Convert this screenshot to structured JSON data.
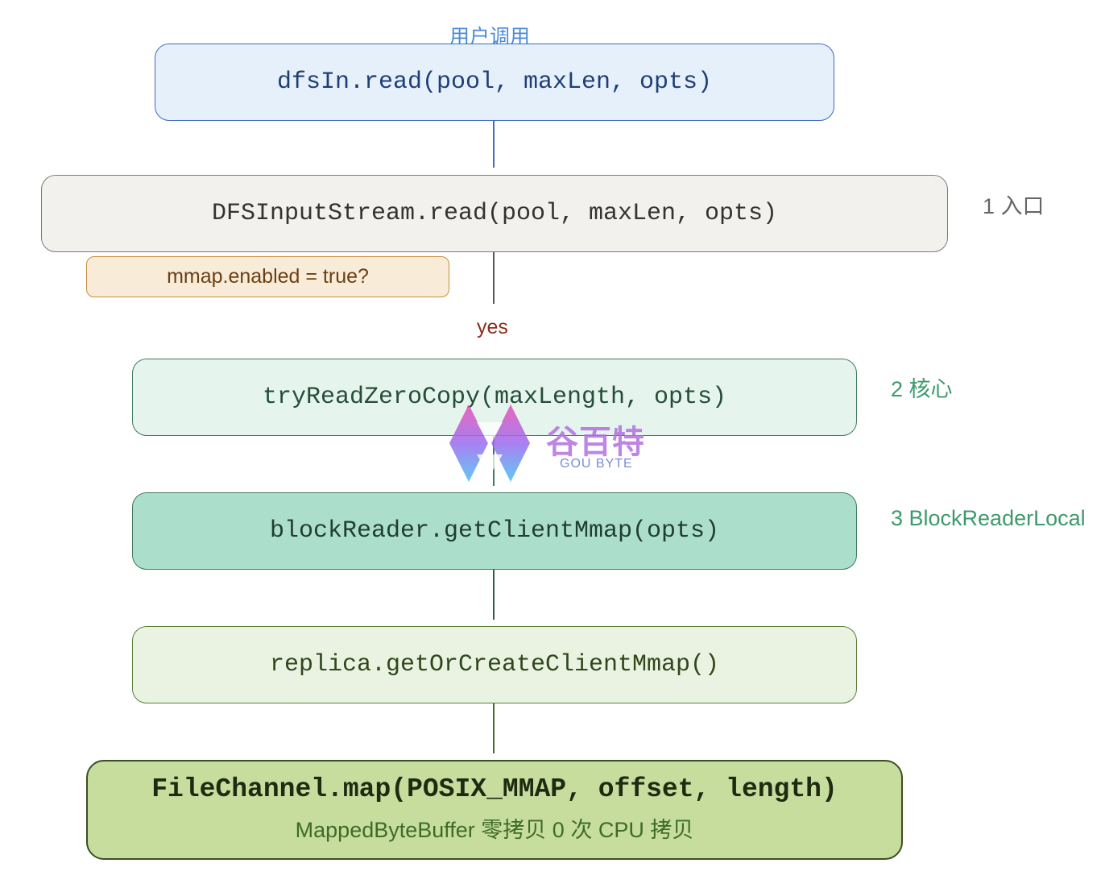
{
  "title_label": "用户调用",
  "boxes": {
    "user_call": "dfsIn.read(pool, maxLen, opts)",
    "entry": "DFSInputStream.read(pool, maxLen, opts)",
    "condition": "mmap.enabled = true?",
    "zero_copy": "tryReadZeroCopy(maxLength, opts)",
    "client_mmap": "blockReader.getClientMmap(opts)",
    "replica": "replica.getOrCreateClientMmap()",
    "file_channel": "FileChannel.map(POSIX_MMAP, offset, length)",
    "file_channel_sub": "MappedByteBuffer 零拷贝 0 次 CPU 拷贝"
  },
  "edge_labels": {
    "yes": "yes"
  },
  "side_labels": {
    "step1": "1 入口",
    "step2": "2 核心",
    "step3": "3 BlockReaderLocal"
  },
  "watermark": {
    "brand": "谷百特",
    "sub": "GOU BYTE"
  },
  "colors": {
    "user_border": "#3d6cc4",
    "user_fill": "#e6f0fa",
    "entry_fill": "#f2f1ed",
    "condition_fill": "#f8ecd8",
    "zero_copy_fill": "#e6f4ee",
    "client_mmap_fill": "#acdfcb",
    "replica_fill": "#eaf3e1",
    "file_channel_fill": "#c6dd9e",
    "yes_color": "#8b2e1c",
    "green_label": "#3d9a6b",
    "gray_label": "#666666"
  }
}
